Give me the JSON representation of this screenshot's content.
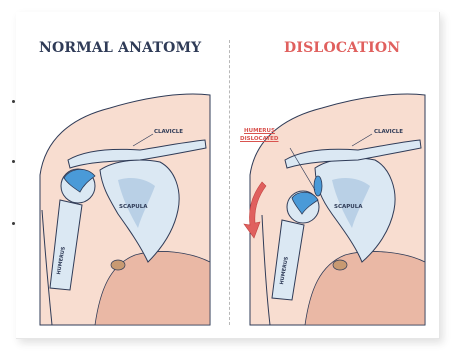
{
  "panels": {
    "left": {
      "title": "NORMAL ANATOMY",
      "labels": {
        "clavicle": "CLAVICLE",
        "scapula": "SCAPULA",
        "humerus": "HUMERUS"
      }
    },
    "right": {
      "title": "DISLOCATION",
      "labels": {
        "dislocated_line1": "HUMERUS",
        "dislocated_line2": "DISLOCATED",
        "clavicle": "CLAVICLE",
        "scapula": "SCAPULA",
        "humerus": "HUMERUS"
      }
    }
  },
  "colors": {
    "skin": "#f8ddd0",
    "skin_dark": "#eab8a5",
    "bone": "#dbe8f3",
    "bone_shade": "#b9d0e6",
    "cartilage": "#4a9ad8",
    "outline": "#2f3b57",
    "accent": "#e0605e"
  }
}
